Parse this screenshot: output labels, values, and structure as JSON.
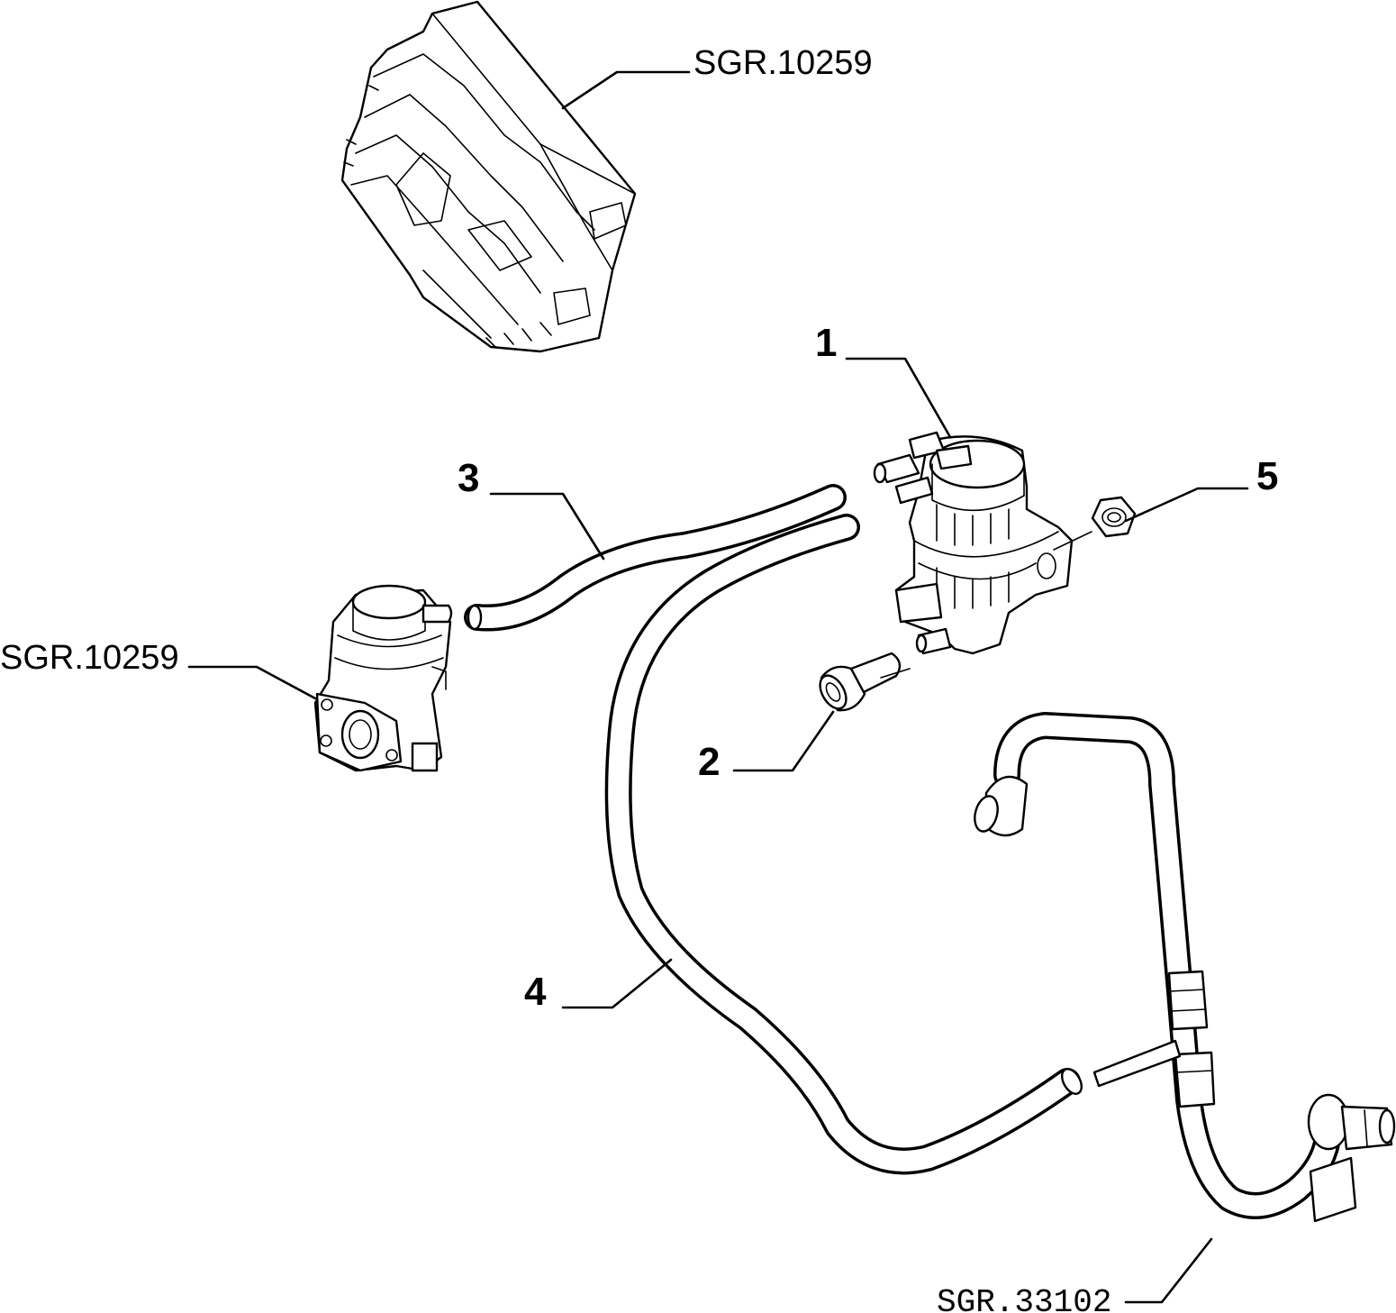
{
  "labels": {
    "ref_ecu": "SGR.10259",
    "ref_valve": "SGR.10259",
    "ref_pipe": "SGR.33102",
    "item_1": "1",
    "item_2": "2",
    "item_3": "3",
    "item_4": "4",
    "item_5": "5"
  }
}
